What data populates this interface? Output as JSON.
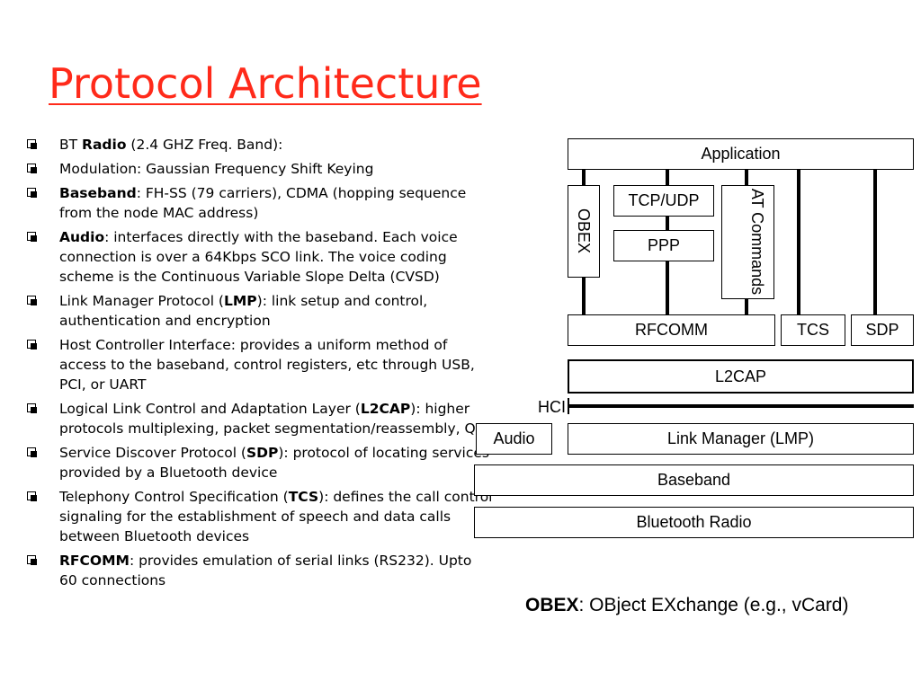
{
  "title": "Protocol Architecture",
  "bullets": [
    {
      "pre": "BT ",
      "bold": "Radio",
      "post": " (2.4 GHZ Freq. Band):"
    },
    {
      "pre": "Modulation: Gaussian Frequency Shift Keying",
      "bold": "",
      "post": ""
    },
    {
      "pre": "",
      "bold": "Baseband",
      "post": ": FH-SS (79 carriers), CDMA (hopping sequence from the node MAC address)"
    },
    {
      "pre": "",
      "bold": "Audio",
      "post": ": interfaces directly with the baseband. Each voice connection is over a 64Kbps SCO link. The voice coding scheme is the Continuous Variable Slope Delta (CVSD)"
    },
    {
      "pre": "Link Manager Protocol (",
      "bold": "LMP",
      "post": "): link setup and control, authentication and encryption"
    },
    {
      "pre": "Host Controller Interface: provides a uniform method of access to the baseband, control registers, etc through USB, PCI, or UART",
      "bold": "",
      "post": ""
    },
    {
      "pre": "Logical Link Control and Adaptation Layer (",
      "bold": "L2CAP",
      "post": "): higher protocols multiplexing, packet segmentation/reassembly, QoS"
    },
    {
      "pre": "Service Discover Protocol (",
      "bold": "SDP",
      "post": "): protocol of locating services provided by a Bluetooth device"
    },
    {
      "pre": "Telephony Control Specification (",
      "bold": "TCS",
      "post": "): defines the call control signaling for the establishment of speech and data calls between Bluetooth devices"
    },
    {
      "pre": "",
      "bold": "RFCOMM",
      "post": ": provides emulation of serial links (RS232). Upto 60 connections"
    }
  ],
  "diagram": {
    "application": "Application",
    "obex": "OBEX",
    "tcp_udp": "TCP/UDP",
    "ppp": "PPP",
    "at_commands": "AT Commands",
    "rfcomm": "RFCOMM",
    "tcs": "TCS",
    "sdp": "SDP",
    "l2cap": "L2CAP",
    "hci": "HCI",
    "audio": "Audio",
    "link_manager": "Link Manager (LMP)",
    "baseband": "Baseband",
    "bluetooth_radio": "Bluetooth Radio"
  },
  "note": {
    "bold": "OBEX",
    "text": ": OBject EXchange (e.g., vCard)"
  },
  "colors": {
    "title": "#ff2a1a"
  }
}
